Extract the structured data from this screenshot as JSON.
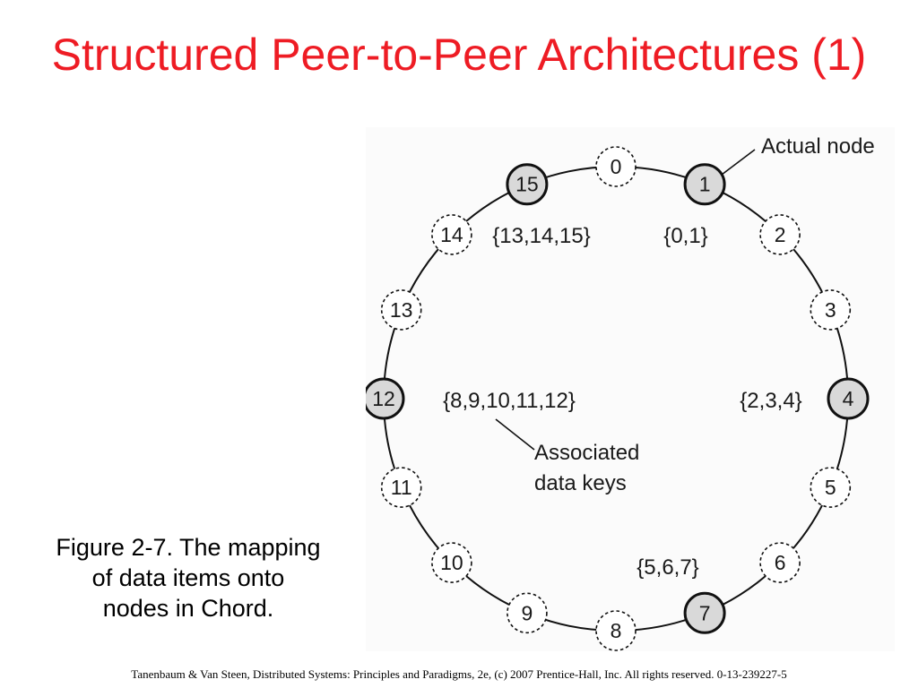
{
  "title": "Structured Peer-to-Peer Architectures (1)",
  "caption": {
    "line1": "Figure 2-7. The mapping",
    "line2": "of data items onto",
    "line3": "nodes in Chord."
  },
  "footer": "Tanenbaum & Van Steen, Distributed Systems: Principles and Paradigms, 2e, (c) 2007 Prentice-Hall, Inc. All rights reserved. 0-13-239227-5",
  "diagram": {
    "nodes": [
      {
        "id": "0",
        "actual": false
      },
      {
        "id": "1",
        "actual": true
      },
      {
        "id": "2",
        "actual": false
      },
      {
        "id": "3",
        "actual": false
      },
      {
        "id": "4",
        "actual": true
      },
      {
        "id": "5",
        "actual": false
      },
      {
        "id": "6",
        "actual": false
      },
      {
        "id": "7",
        "actual": true
      },
      {
        "id": "8",
        "actual": false
      },
      {
        "id": "9",
        "actual": false
      },
      {
        "id": "10",
        "actual": false
      },
      {
        "id": "11",
        "actual": false
      },
      {
        "id": "12",
        "actual": true
      },
      {
        "id": "13",
        "actual": false
      },
      {
        "id": "14",
        "actual": false
      },
      {
        "id": "15",
        "actual": true
      }
    ],
    "key_sets": {
      "node_1": "{0,1}",
      "node_4": "{2,3,4}",
      "node_7": "{5,6,7}",
      "node_12": "{8,9,10,11,12}",
      "node_15": "{13,14,15}"
    },
    "callouts": {
      "actual_node": "Actual node",
      "associated_line1": "Associated",
      "associated_line2": "data keys"
    },
    "colors": {
      "actual_fill": "#d9d9d9",
      "virtual_fill": "#ffffff",
      "ring": "#111111",
      "title": "#ee1c24"
    }
  }
}
